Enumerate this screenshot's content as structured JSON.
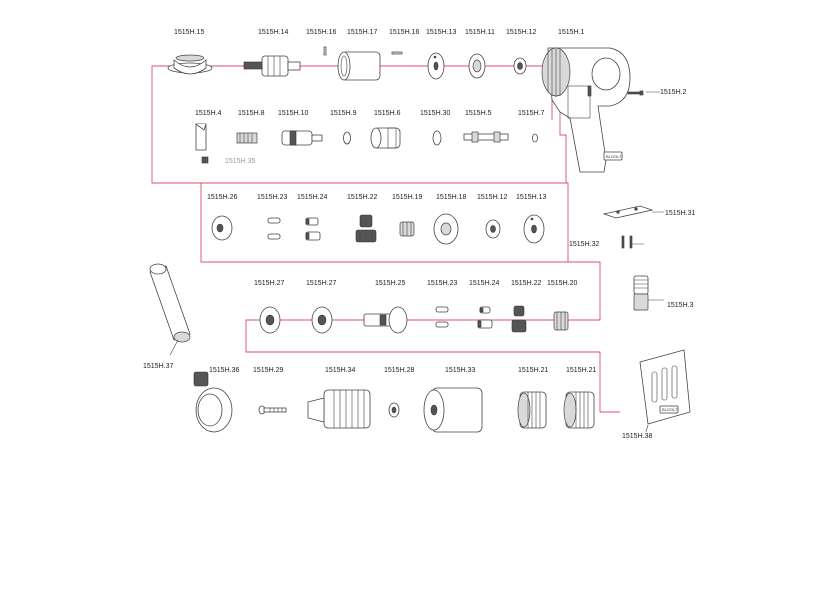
{
  "line_color": "#d7193f",
  "parts": [
    {
      "id": "1515H.15"
    },
    {
      "id": "1515H.14"
    },
    {
      "id": "1515H.16"
    },
    {
      "id": "1515H.17"
    },
    {
      "id": "1515H.16"
    },
    {
      "id": "1515H.13"
    },
    {
      "id": "1515H.11"
    },
    {
      "id": "1515H.12"
    },
    {
      "id": "1515H.1"
    },
    {
      "id": "1515H.2"
    },
    {
      "id": "1515H.4"
    },
    {
      "id": "1515H.8"
    },
    {
      "id": "1515H.10"
    },
    {
      "id": "1515H.9"
    },
    {
      "id": "1515H.6"
    },
    {
      "id": "1515H.30"
    },
    {
      "id": "1515H.5"
    },
    {
      "id": "1515H.7"
    },
    {
      "id": "1515H.35"
    },
    {
      "id": "1515H.26"
    },
    {
      "id": "1515H.23"
    },
    {
      "id": "1515H.24"
    },
    {
      "id": "1515H.22"
    },
    {
      "id": "1515H.19"
    },
    {
      "id": "1515H.18"
    },
    {
      "id": "1515H.12"
    },
    {
      "id": "1515H.13"
    },
    {
      "id": "1515H.31"
    },
    {
      "id": "1515H.32"
    },
    {
      "id": "1515H.3"
    },
    {
      "id": "1515H.37"
    },
    {
      "id": "1515H.27"
    },
    {
      "id": "1515H.27"
    },
    {
      "id": "1515H.25"
    },
    {
      "id": "1515H.23"
    },
    {
      "id": "1515H.24"
    },
    {
      "id": "1515H.22"
    },
    {
      "id": "1515H.20"
    },
    {
      "id": "1515H.36"
    },
    {
      "id": "1515H.29"
    },
    {
      "id": "1515H.34"
    },
    {
      "id": "1515H.28"
    },
    {
      "id": "1515H.33"
    },
    {
      "id": "1515H.21"
    },
    {
      "id": "1515H.21"
    },
    {
      "id": "1515H.38"
    }
  ]
}
